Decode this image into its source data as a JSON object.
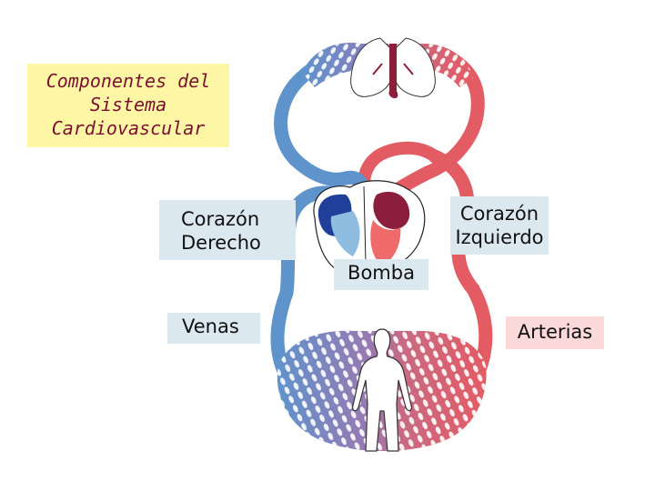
{
  "title": [
    "Componentes del",
    "Sistema",
    "Cardiovascular"
  ],
  "labels": {
    "corazon_derecho": [
      "Corazón",
      "Derecho"
    ],
    "corazon_izquierdo": [
      "Corazón",
      "Izquierdo"
    ],
    "bomba": "Bomba",
    "venas": "Venas",
    "arterias": "Arterias"
  },
  "colors": {
    "venous": "#5b8fc9",
    "arterial": "#e0565f",
    "title_box": "#fdf6a4",
    "label_box": "#dbe8ef",
    "arterias_box": "#fbd9d9"
  },
  "icons": [
    "lungs-icon",
    "heart-icon",
    "human-body-icon"
  ]
}
